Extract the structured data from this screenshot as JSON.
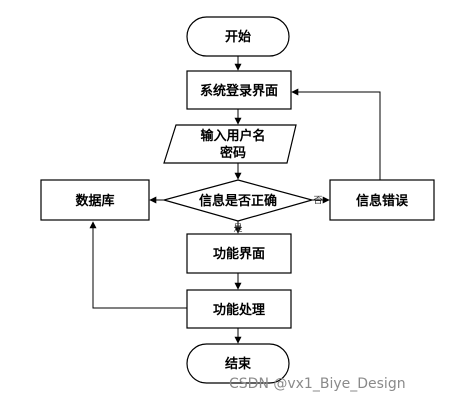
{
  "diagram": {
    "nodes": {
      "start": "开始",
      "login": "系统登录界面",
      "input_line1": "输入用户名",
      "input_line2": "密码",
      "check": "信息是否正确",
      "database": "数据库",
      "error": "信息错误",
      "function_ui": "功能界面",
      "function_proc": "功能处理",
      "end": "结束"
    },
    "edge_labels": {
      "no": "否",
      "yes": "是"
    }
  },
  "watermark": "CSDN @vx1_Biye_Design"
}
